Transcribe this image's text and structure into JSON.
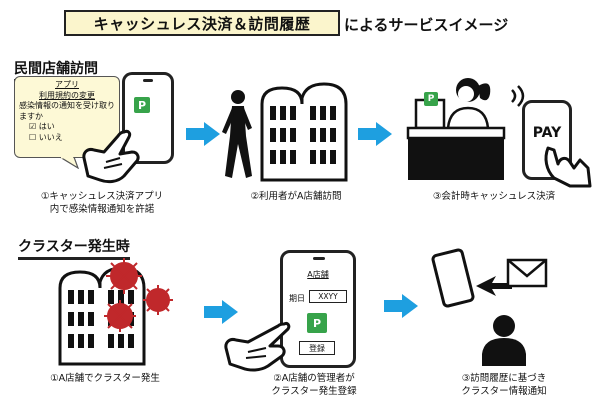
{
  "header": {
    "title_boxed": "キャッシュレス決済＆訪問履歴",
    "title_rest": "によるサービスイメージ"
  },
  "sections": {
    "visit": {
      "title": "民間店舗訪問",
      "bubble": {
        "app_label": "アプリ",
        "terms_change": "利用規約の変更",
        "question": "感染情報の通知を受け取りますか",
        "yes_mark": "☑",
        "yes": "はい",
        "no_mark": "☐",
        "no": "いいえ"
      },
      "step1_lines": [
        "①キャッシュレス決済アプリ",
        "内で感染情報通知を許諾"
      ],
      "step2": "②利用者がA店舗訪問",
      "step3": "③会計時キャッシュレス決済",
      "pay_label": "PAY"
    },
    "cluster": {
      "title": "クラスター発生時",
      "step1": "①A店舗でクラスター発生",
      "phone": {
        "shop_name": "A店舗",
        "date_label": "期日",
        "date_value": "XXYY",
        "register_label": "登録"
      },
      "step2_lines": [
        "②A店舗の管理者が",
        "クラスター発生登録"
      ],
      "step3_lines": [
        "③訪問履歴に基づき",
        "クラスター情報通知"
      ]
    }
  },
  "badge_letter": "P",
  "colors": {
    "arrow": "#1e9fe0",
    "badge": "#37a34a",
    "virus": "#c0282b",
    "title_bg": "#fbf5cc",
    "bubble_bg": "#fdf9d6"
  }
}
